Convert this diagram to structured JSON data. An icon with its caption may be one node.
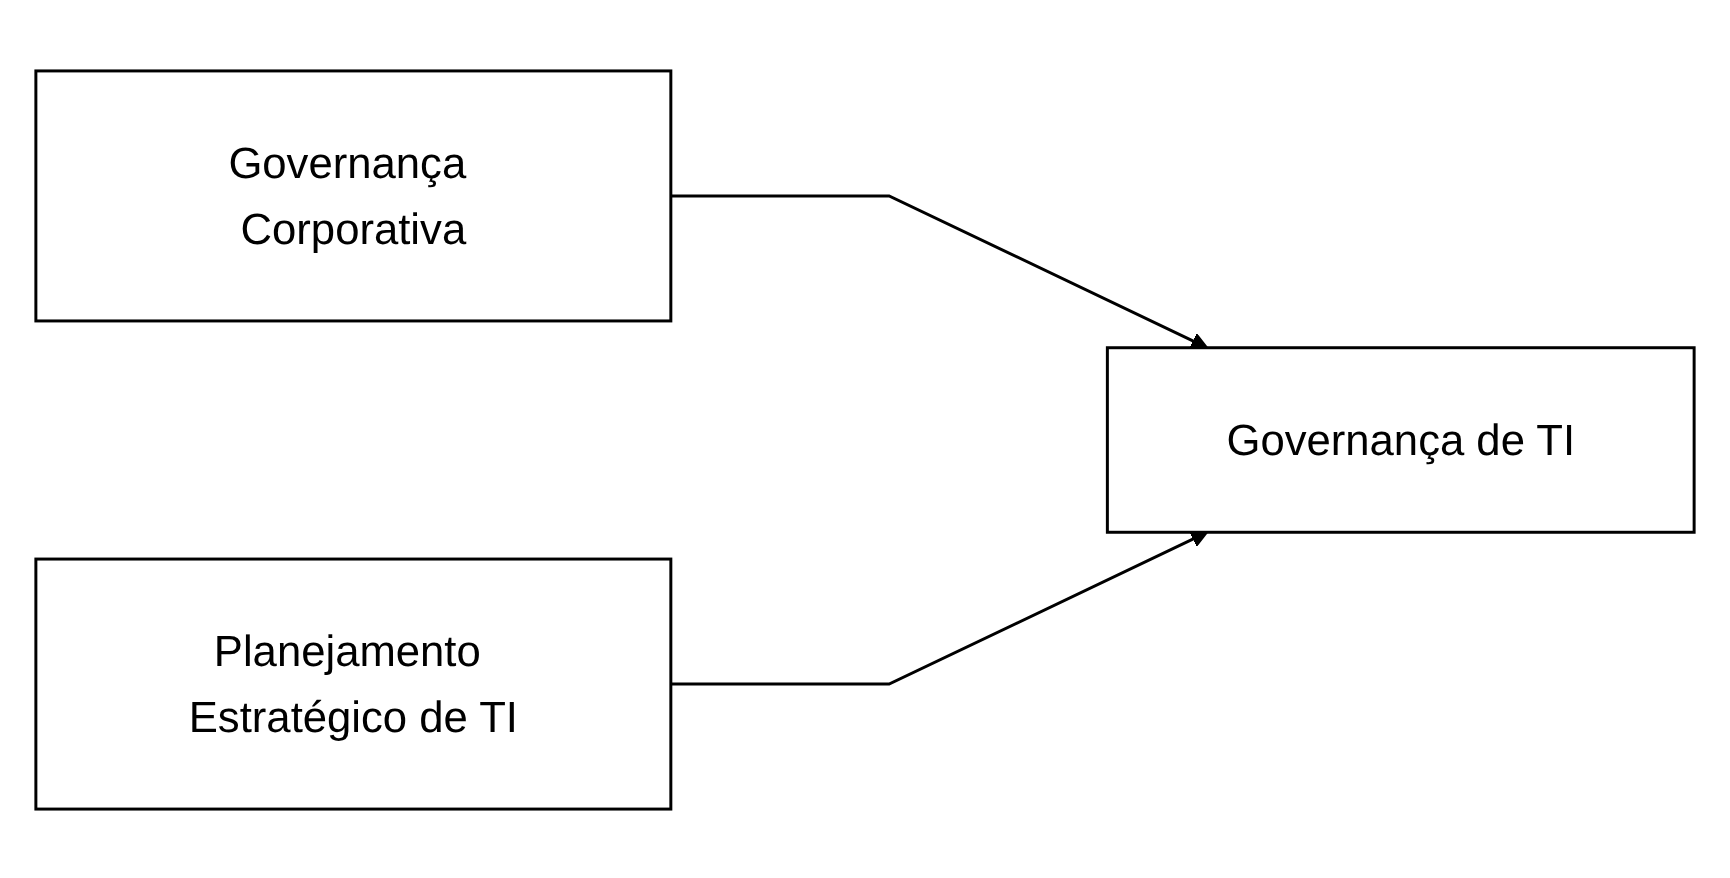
{
  "diagram": {
    "nodes": [
      {
        "text": [
          "Governança Corporativa"
        ]
      },
      {
        "text": [
          "Planejamento Estratégico de TI"
        ]
      },
      {
        "text": [
          "Governança de TI"
        ]
      }
    ],
    "edges": [
      {
        "from": 0,
        "to": 2,
        "arrow": "to"
      },
      {
        "from": 1,
        "to": 2,
        "arrow": "to"
      }
    ]
  }
}
